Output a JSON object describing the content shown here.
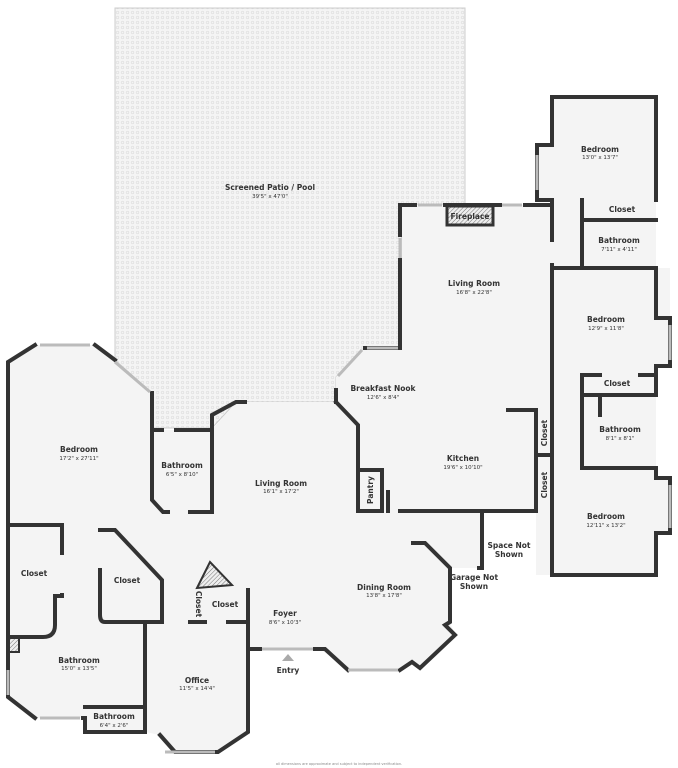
{
  "rooms": {
    "patio": {
      "name": "Screened Patio / Pool",
      "dims": "39'5\" x 47'0\""
    },
    "fireplace": {
      "name": "Fireplace"
    },
    "living_right": {
      "name": "Living Room",
      "dims": "16'8\" x 22'8\""
    },
    "bedroom_ne": {
      "name": "Bedroom",
      "dims": "13'0\" x 13'7\""
    },
    "closet_ne": {
      "name": "Closet"
    },
    "bath_ne": {
      "name": "Bathroom",
      "dims": "7'11\" x 4'11\""
    },
    "bedroom_e": {
      "name": "Bedroom",
      "dims": "12'9\" x 11'8\""
    },
    "closet_e": {
      "name": "Closet"
    },
    "bath_e": {
      "name": "Bathroom",
      "dims": "8'1\" x 8'1\""
    },
    "bedroom_se": {
      "name": "Bedroom",
      "dims": "12'11\" x 13'2\""
    },
    "nook": {
      "name": "Breakfast Nook",
      "dims": "12'6\" x 8'4\""
    },
    "kitchen": {
      "name": "Kitchen",
      "dims": "19'6\" x 10'10\""
    },
    "pantry": {
      "name": "Pantry"
    },
    "closet_k1": {
      "name": "Closet"
    },
    "closet_k2": {
      "name": "Closet"
    },
    "space_not_shown": {
      "name": "Space Not",
      "name2": "Shown"
    },
    "garage_not_shown": {
      "name": "Garage Not",
      "name2": "Shown"
    },
    "dining": {
      "name": "Dining Room",
      "dims": "13'8\" x 17'8\""
    },
    "foyer": {
      "name": "Foyer",
      "dims": "8'6\" x 10'3\""
    },
    "entry": {
      "name": "Entry"
    },
    "living_center": {
      "name": "Living Room",
      "dims": "16'1\" x 17'2\""
    },
    "bath_center": {
      "name": "Bathroom",
      "dims": "6'5\" x 8'10\""
    },
    "bedroom_w": {
      "name": "Bedroom",
      "dims": "17'2\" x 27'11\""
    },
    "closet_w1": {
      "name": "Closet"
    },
    "closet_w2": {
      "name": "Closet"
    },
    "closet_f1": {
      "name": "Closet"
    },
    "closet_f2": {
      "name": "Closet"
    },
    "bath_w": {
      "name": "Bathroom",
      "dims": "15'0\" x 13'5\""
    },
    "office": {
      "name": "Office",
      "dims": "11'5\" x 14'4\""
    },
    "bath_small": {
      "name": "Bathroom",
      "dims": "6'4\" x 2'6\""
    }
  },
  "footnote": "all dimensions are approximate and subject to independent verification.",
  "colors": {
    "wall": "#333333",
    "floor": "#f4f4f4",
    "window": "#bbbbbb"
  }
}
